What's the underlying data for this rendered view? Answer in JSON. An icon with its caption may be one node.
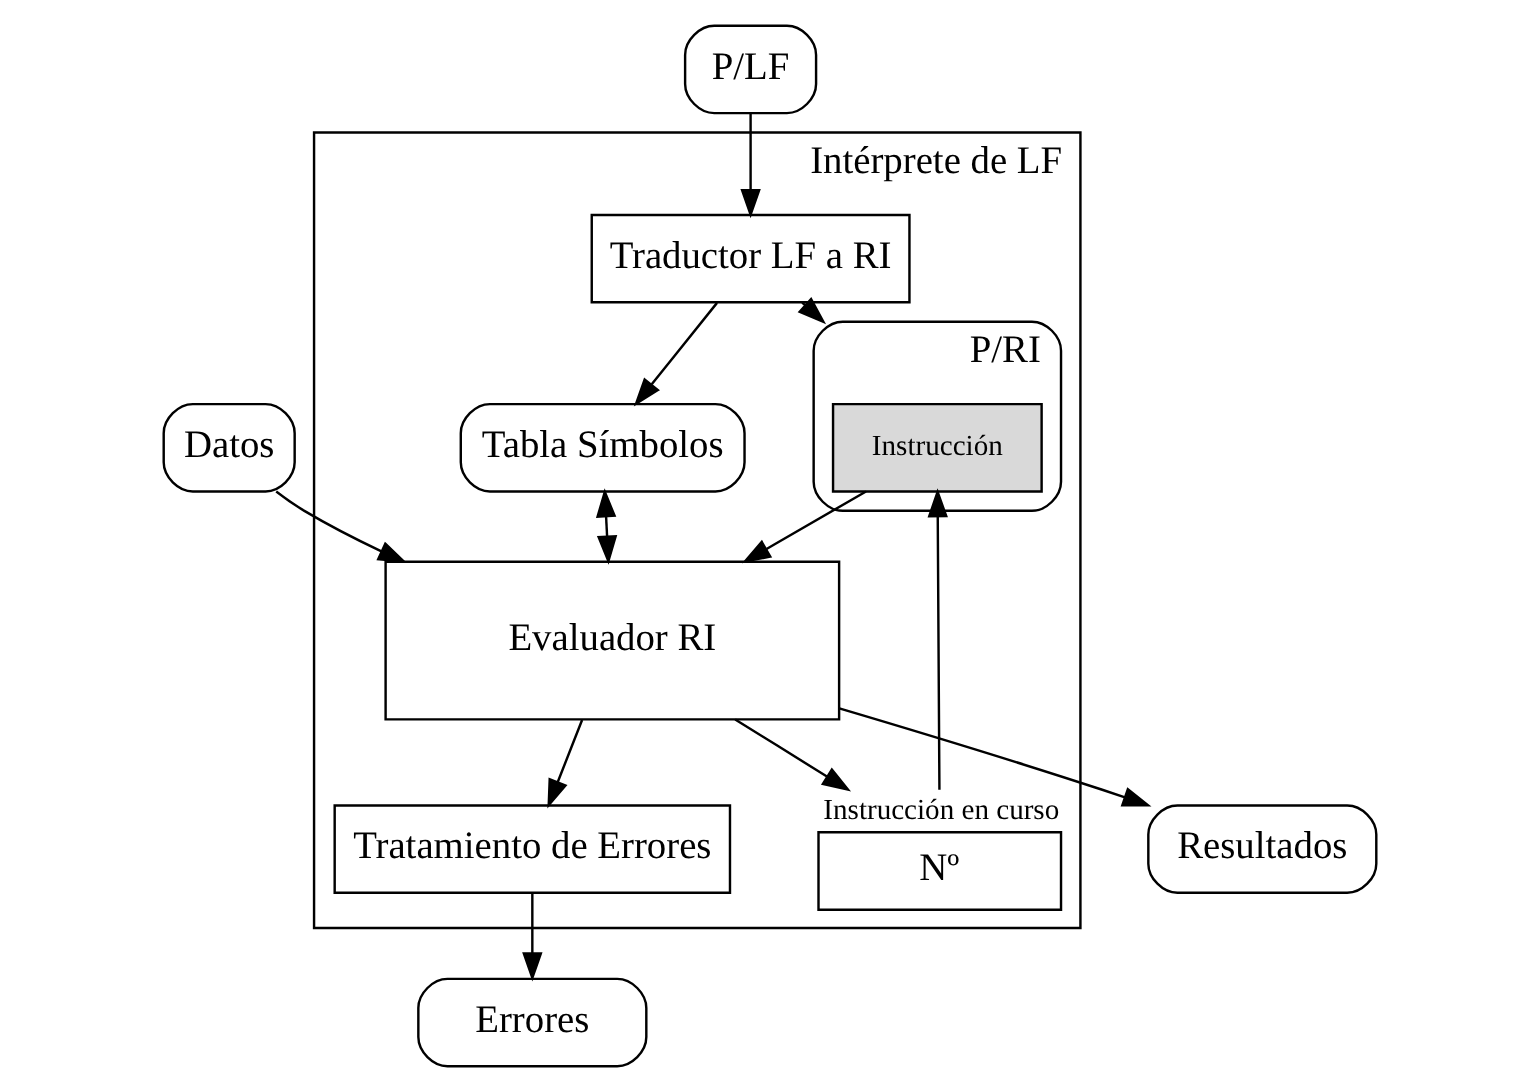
{
  "diagram": {
    "nodes": [
      {
        "text": [
          "Intérprete de LF"
        ]
      },
      {
        "text": [
          "P/LF"
        ]
      },
      {
        "text": [
          "Traductor LF a RI"
        ],
        "in": 0
      },
      {
        "text": [
          "P/RI"
        ],
        "in": 0
      },
      {
        "text": [
          "Instrucción"
        ],
        "in": 3
      },
      {
        "text": [
          "Nº"
        ],
        "in": 0,
        "beside": [
          "Instrucción en curso"
        ]
      },
      {
        "text": [
          "Tabla Símbolos"
        ],
        "in": 0
      },
      {
        "text": [
          "Datos"
        ]
      },
      {
        "text": [
          "Evaluador RI"
        ],
        "in": 0
      },
      {
        "text": [
          "Tratamiento de Errores"
        ],
        "in": 0
      },
      {
        "text": [
          "Resultados"
        ]
      },
      {
        "text": [
          "Errores"
        ]
      }
    ],
    "edges": [
      {
        "from": 1,
        "to": 2,
        "arrow": "to"
      },
      {
        "from": 2,
        "to": 3,
        "arrow": "to"
      },
      {
        "from": 2,
        "to": 6,
        "arrow": "to"
      },
      {
        "from": 5,
        "to": 4,
        "arrow": "to"
      },
      {
        "from": 4,
        "to": 8,
        "arrow": "to"
      },
      {
        "from": 6,
        "to": 8,
        "arrow": "both"
      },
      {
        "from": 8,
        "to": 5,
        "arrow": "to"
      },
      {
        "from": 7,
        "to": 8,
        "arrow": "to"
      },
      {
        "from": 8,
        "to": 9,
        "arrow": "to"
      },
      {
        "from": 8,
        "to": 10,
        "arrow": "to"
      },
      {
        "from": 9,
        "to": 11,
        "arrow": "to"
      }
    ]
  }
}
